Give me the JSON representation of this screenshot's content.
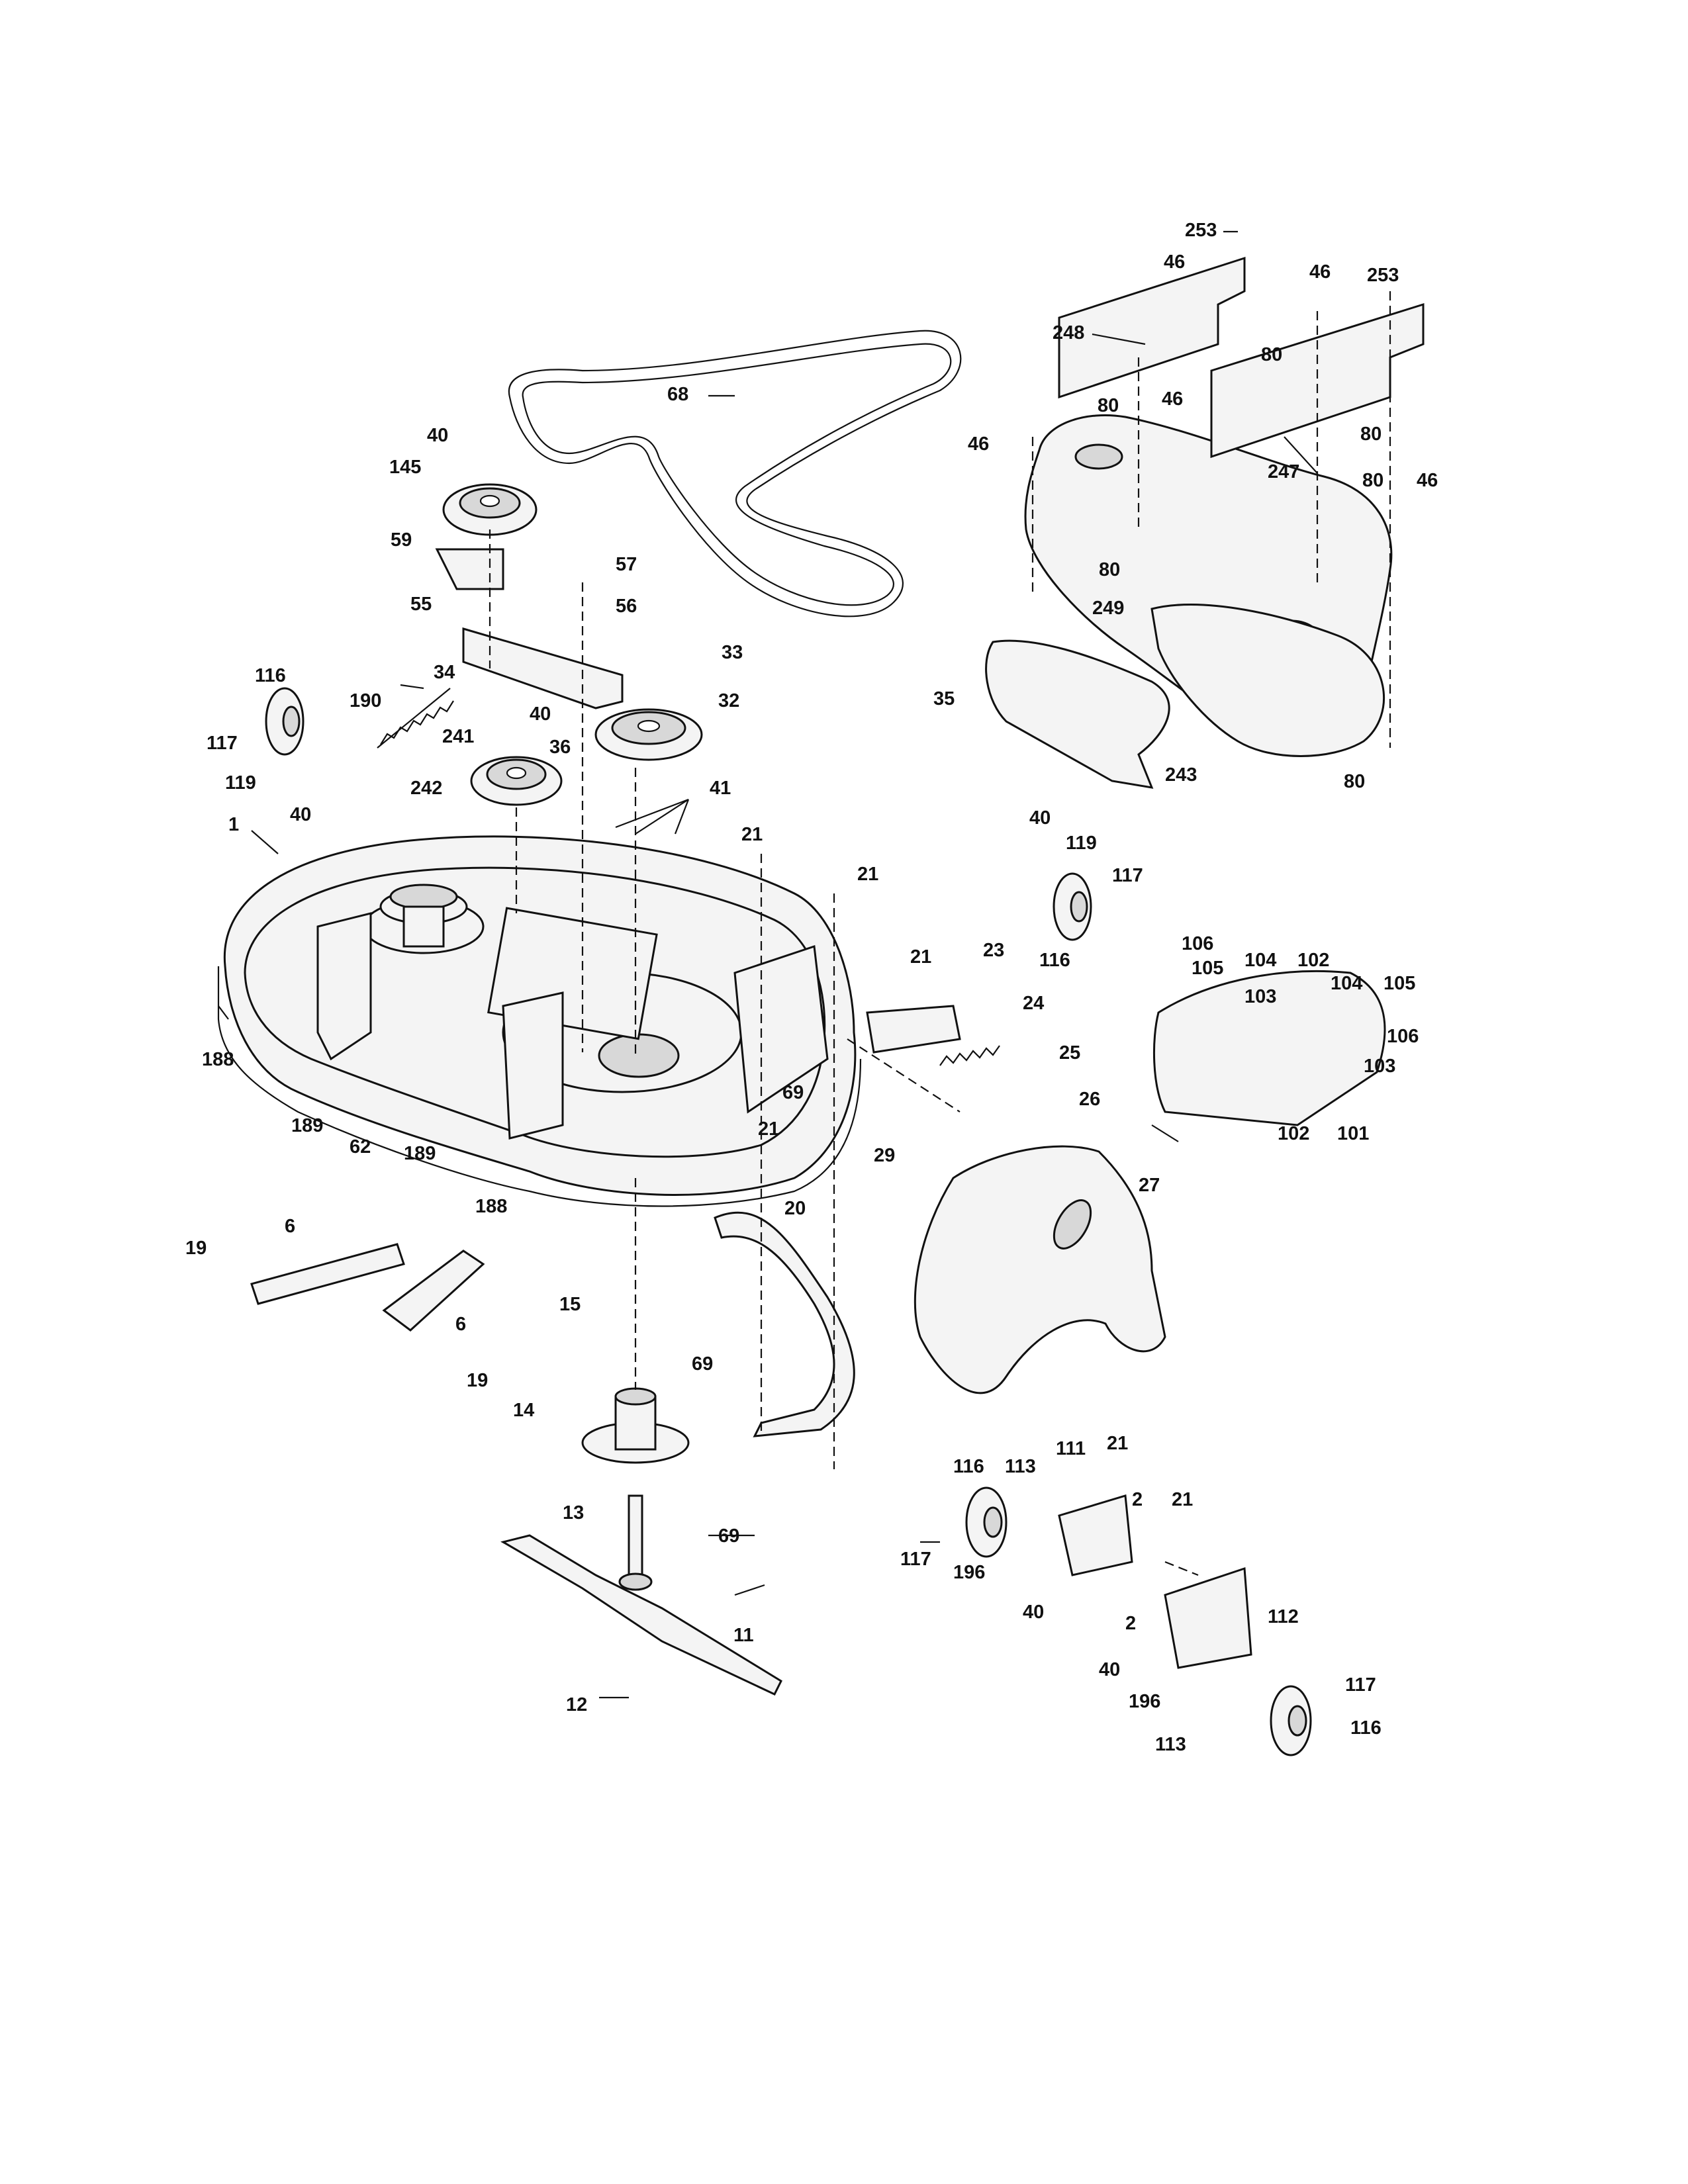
{
  "callouts": [
    "253",
    "46",
    "46",
    "253",
    "248",
    "80",
    "80",
    "46",
    "46",
    "247",
    "80",
    "80",
    "46",
    "80",
    "249",
    "35",
    "243",
    "80",
    "68",
    "40",
    "145",
    "59",
    "57",
    "56",
    "55",
    "33",
    "32",
    "34",
    "116",
    "117",
    "119",
    "40",
    "190",
    "241",
    "40",
    "36",
    "41",
    "242",
    "1",
    "21",
    "21",
    "188",
    "189",
    "62",
    "189",
    "188",
    "40",
    "119",
    "117",
    "116",
    "106",
    "105",
    "104",
    "102",
    "104",
    "105",
    "103",
    "106",
    "103",
    "102",
    "101",
    "21",
    "23",
    "24",
    "25",
    "69",
    "21",
    "26",
    "29",
    "27",
    "20",
    "19",
    "6",
    "6",
    "19",
    "15",
    "69",
    "14",
    "69",
    "13",
    "11",
    "12",
    "113",
    "111",
    "21",
    "2",
    "21",
    "116",
    "117",
    "196",
    "40",
    "2",
    "112",
    "40",
    "196",
    "117",
    "113",
    "116"
  ]
}
